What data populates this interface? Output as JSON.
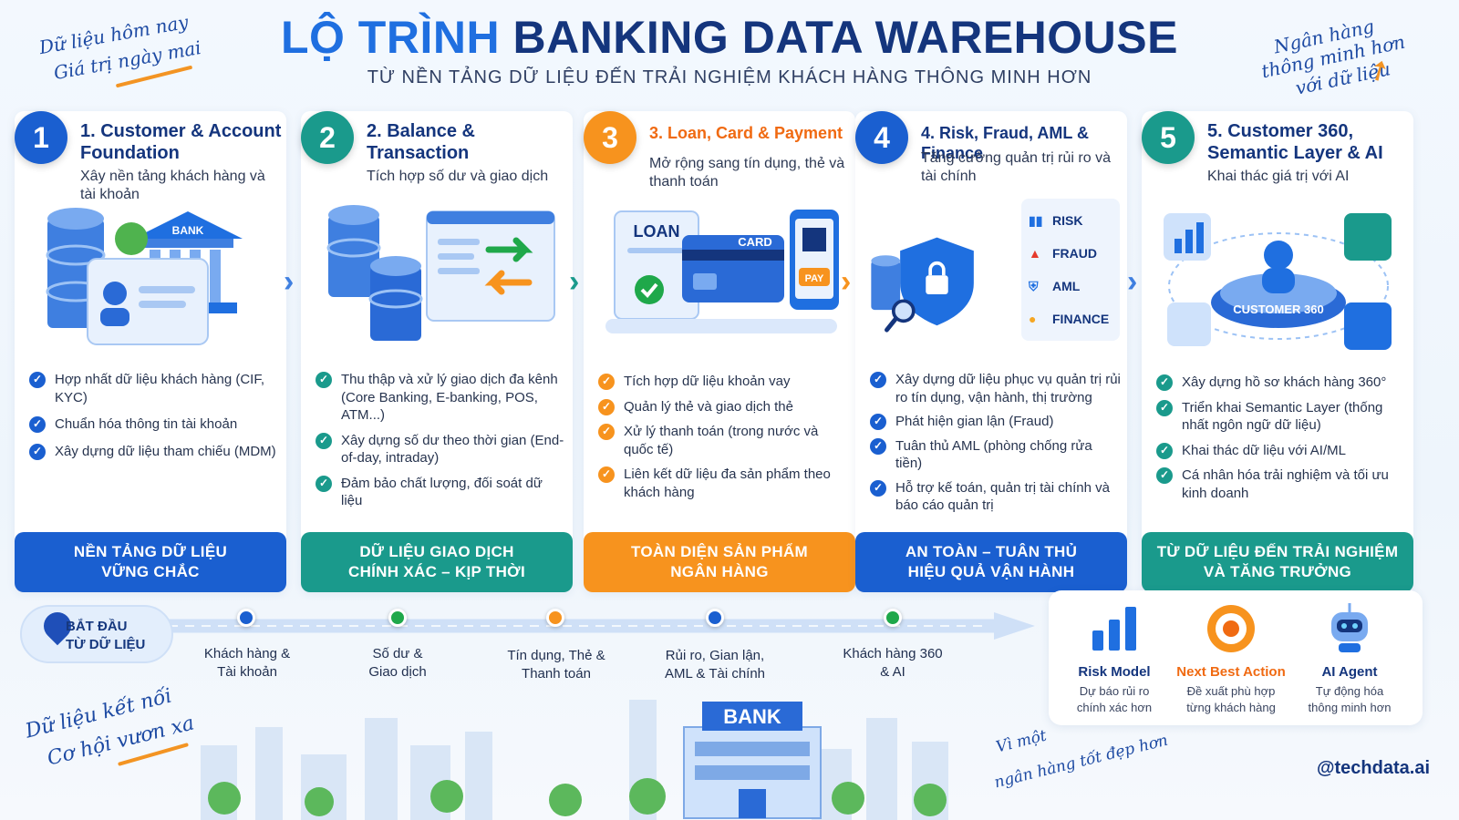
{
  "header": {
    "title_part1": "LỘ TRÌNH",
    "title_part2": "BANKING DATA WAREHOUSE",
    "subtitle": "TỪ NỀN TẢNG DỮ LIỆU ĐẾN TRẢI NGHIỆM KHÁCH HÀNG THÔNG MINH HƠN"
  },
  "notes": {
    "top_left_1": "Dữ liệu hôm nay",
    "top_left_2": "Giá trị ngày mai",
    "top_right_1": "Ngân hàng",
    "top_right_2": "thông minh hơn",
    "top_right_3": "với dữ liệu",
    "bottom_left_1": "Dữ liệu kết nối",
    "bottom_left_2": "Cơ hội vươn xa",
    "bottom_mid_1": "Vì một",
    "bottom_mid_2": "ngân hàng tốt đẹp hơn"
  },
  "stages": [
    {
      "number": "1",
      "title": "1. Customer & Account Foundation",
      "subtitle": "Xây nền tảng khách hàng và tài khoản",
      "bullets": [
        "Hợp nhất dữ liệu khách hàng (CIF, KYC)",
        "Chuẩn hóa thông tin tài khoản",
        "Xây dựng dữ liệu tham chiếu (MDM)"
      ],
      "banner_1": "NỀN TẢNG DỮ LIỆU",
      "banner_2": "VỮNG CHẮC",
      "color": "#1a5fd0",
      "illustration_label": "BANK"
    },
    {
      "number": "2",
      "title": "2. Balance & Transaction",
      "subtitle": "Tích hợp số dư và giao dịch",
      "bullets": [
        "Thu thập và xử lý giao dịch đa kênh (Core Banking, E-banking, POS, ATM...)",
        "Xây dựng số dư theo thời gian (End-of-day, intraday)",
        "Đảm bảo chất lượng, đối soát dữ liệu"
      ],
      "banner_1": "DỮ LIỆU GIAO DỊCH",
      "banner_2": "CHÍNH XÁC – KỊP THỜI",
      "color": "#1a9a8c"
    },
    {
      "number": "3",
      "title": "3. Loan, Card & Payment",
      "subtitle": "Mở rộng sang tín dụng, thẻ và thanh toán",
      "bullets": [
        "Tích hợp dữ liệu khoản vay",
        "Quản lý thẻ và giao dịch thẻ",
        "Xử lý thanh toán (trong nước và quốc tế)",
        "Liên kết dữ liệu đa sản phẩm theo khách hàng"
      ],
      "banner_1": "TOÀN DIỆN SẢN PHẨM",
      "banner_2": "NGÂN HÀNG",
      "color": "#f7931e",
      "illustration_labels": [
        "LOAN",
        "CARD",
        "PAY"
      ]
    },
    {
      "number": "4",
      "title": "4. Risk, Fraud, AML & Finance",
      "subtitle": "Tăng cường quản trị rủi ro và tài chính",
      "bullets": [
        "Xây dựng dữ liệu phục vụ quản trị rủi ro tín dụng, vận hành, thị trường",
        "Phát hiện gian lận (Fraud)",
        "Tuân thủ AML (phòng chống rửa tiền)",
        "Hỗ trợ kế toán, quản trị tài chính và báo cáo quản trị"
      ],
      "banner_1": "AN TOÀN – TUÂN THỦ",
      "banner_2": "HIỆU QUẢ VẬN HÀNH",
      "color": "#1a5fd0",
      "tags": [
        "RISK",
        "FRAUD",
        "AML",
        "FINANCE"
      ]
    },
    {
      "number": "5",
      "title": "5. Customer 360, Semantic Layer & AI",
      "subtitle": "Khai thác giá trị với AI",
      "bullets": [
        "Xây dựng hồ sơ khách hàng 360°",
        "Triển khai Semantic Layer (thống nhất ngôn ngữ dữ liệu)",
        "Khai thác dữ liệu với AI/ML",
        "Cá nhân hóa trải nghiệm và tối ưu kinh doanh"
      ],
      "banner_1": "TỪ DỮ LIỆU ĐẾN TRẢI NGHIỆM",
      "banner_2": "VÀ TĂNG TRƯỞNG",
      "color": "#1a9a8c",
      "illustration_label": "CUSTOMER 360"
    }
  ],
  "roadmap": {
    "start_1": "BẮT ĐẦU",
    "start_2": "TỪ DỮ LIỆU",
    "stops": [
      {
        "l1": "Khách hàng &",
        "l2": "Tài khoản",
        "color": "#1a5fd0"
      },
      {
        "l1": "Số dư &",
        "l2": "Giao dịch",
        "color": "#1fa84a"
      },
      {
        "l1": "Tín dụng, Thẻ &",
        "l2": "Thanh toán",
        "color": "#f7931e"
      },
      {
        "l1": "Rủi ro, Gian lận,",
        "l2": "AML & Tài chính",
        "color": "#1a5fd0"
      },
      {
        "l1": "Khách hàng 360",
        "l2": "& AI",
        "color": "#1fa84a"
      }
    ]
  },
  "outcomes": [
    {
      "title": "Risk Model",
      "sub1": "Dự báo rủi ro",
      "sub2": "chính xác hơn",
      "color": "#14357d",
      "icon": "bar-chart-icon"
    },
    {
      "title": "Next Best Action",
      "sub1": "Đề xuất phù hợp",
      "sub2": "từng khách hàng",
      "color": "#f06a12",
      "icon": "target-icon"
    },
    {
      "title": "AI Agent",
      "sub1": "Tự động hóa",
      "sub2": "thông minh hơn",
      "color": "#14357d",
      "icon": "robot-icon"
    }
  ],
  "city_label": "BANK",
  "handle": "@techdata.ai"
}
